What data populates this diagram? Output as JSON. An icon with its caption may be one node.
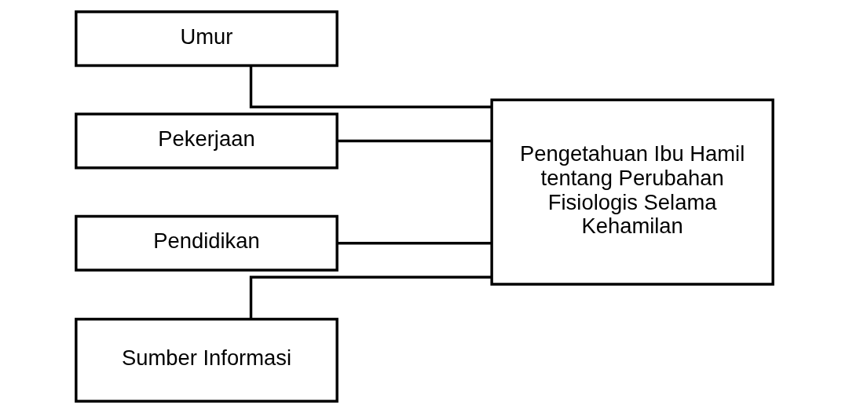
{
  "diagram": {
    "nodes": [
      {
        "text": [
          "Umur"
        ]
      },
      {
        "text": [
          "Pekerjaan"
        ]
      },
      {
        "text": [
          "Pendidikan"
        ]
      },
      {
        "text": [
          "Sumber Informasi"
        ]
      },
      {
        "text": [
          "Pengetahuan Ibu Hamil tentang Perubahan Fisiologis Selama Kehamilan"
        ]
      }
    ],
    "edges": [
      {
        "from": 0,
        "to": 4,
        "arrow": "none"
      },
      {
        "from": 1,
        "to": 4,
        "arrow": "none"
      },
      {
        "from": 2,
        "to": 4,
        "arrow": "none"
      },
      {
        "from": 3,
        "to": 4,
        "arrow": "none"
      }
    ]
  }
}
